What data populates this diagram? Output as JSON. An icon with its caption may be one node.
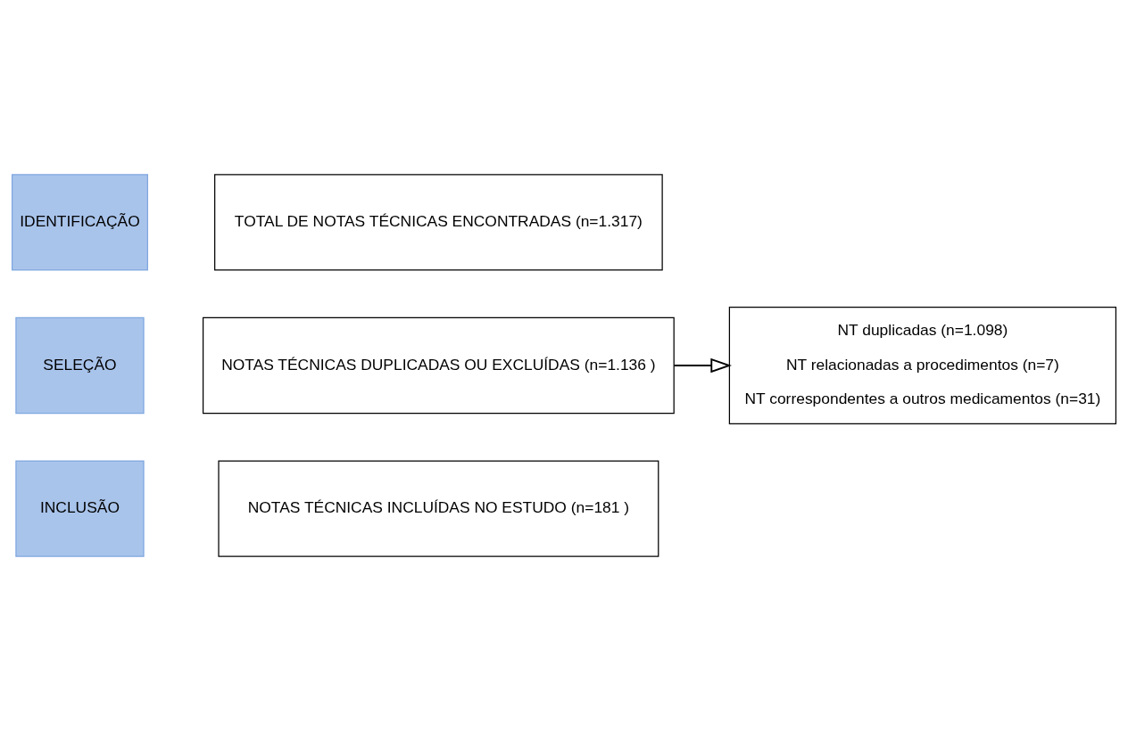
{
  "diagram": {
    "nodes": [
      {
        "text": [
          "IDENTIFICAÇÃO"
        ]
      },
      {
        "text": [
          "TOTAL DE NOTAS TÉCNICAS ENCONTRADAS (n=1.317)"
        ]
      },
      {
        "text": [
          "SELEÇÃO"
        ]
      },
      {
        "text": [
          "NOTAS TÉCNICAS DUPLICADAS OU EXCLUÍDAS (n=1.136 )"
        ]
      },
      {
        "text": [
          "NT duplicadas (n=1.098)",
          "NT relacionadas a procedimentos (n=7)",
          "NT correspondentes a outros medicamentos (n=31)"
        ]
      },
      {
        "text": [
          "INCLUSÃO"
        ]
      },
      {
        "text": [
          "NOTAS TÉCNICAS INCLUÍDAS NO ESTUDO (n=181 )"
        ]
      }
    ],
    "edges": [
      {
        "from": 3,
        "to": 4,
        "arrow": "to"
      }
    ]
  }
}
